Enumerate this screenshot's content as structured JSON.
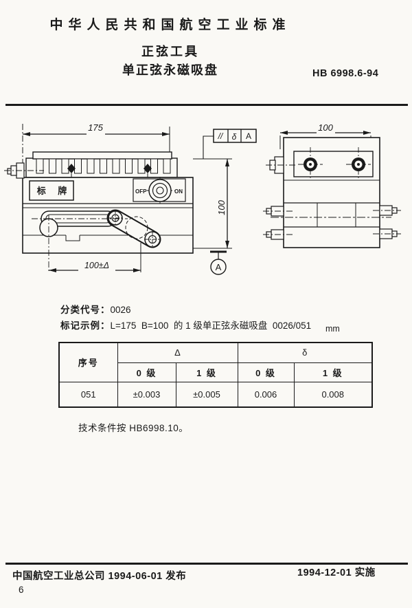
{
  "header": {
    "org_title": "中华人民共和国航空工业标准",
    "title_line1": "正弦工具",
    "title_line2": "单正弦永磁吸盘",
    "standard_code": "HB 6998.6-94"
  },
  "drawing": {
    "front_view": {
      "dim_length": "175",
      "dim_height": "100",
      "dim_center_distance": "100±Δ",
      "nameplate": "标 牌",
      "switch_off": "OFF",
      "switch_on": "ON",
      "datum": "A",
      "tolerance_frame": {
        "symbol": "//",
        "value": "δ",
        "datum": "A"
      }
    },
    "side_view": {
      "dim_width": "100"
    }
  },
  "info": {
    "class_code_label": "分类代号：",
    "class_code_value": "0026",
    "example_label": "标记示例：",
    "example_value": "L=175  B=100  的 1 级单正弦永磁吸盘  0026/051"
  },
  "table": {
    "unit": "mm",
    "col_serial": "序号",
    "col_delta": "Δ",
    "col_small_delta": "δ",
    "sub_grade0": "0 级",
    "sub_grade1": "1 级",
    "rows": [
      [
        "051",
        "±0.003",
        "±0.005",
        "0.006",
        "0.008"
      ]
    ]
  },
  "note": "技术条件按 HB6998.10。",
  "footer": {
    "issue": "中国航空工业总公司 1994-06-01 发布",
    "implement": "1994-12-01 实施",
    "page_number": "6"
  }
}
